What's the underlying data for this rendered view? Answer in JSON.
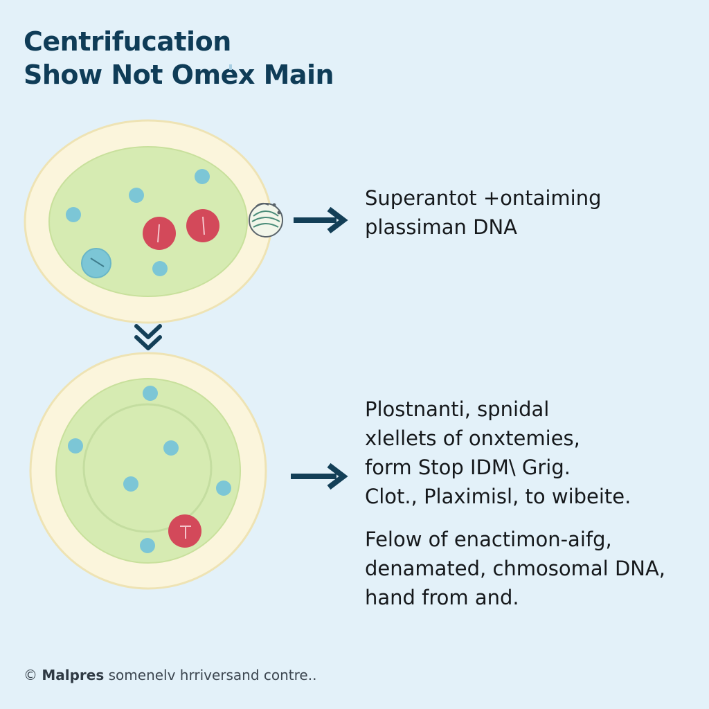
{
  "title": {
    "line1": "Centrifucation",
    "line2": "Show Not Omex Main"
  },
  "captions": {
    "supernatant": [
      "Superantot +ontaiming",
      "plassiman DNA"
    ],
    "pellet": [
      "Plostnanti, spnidal",
      "xlellets of onxtemies,",
      "form Stop IDM\\ Grig.",
      "Clot., Plaximisl, to wibeite."
    ],
    "chromosomal": [
      "Felow of enactimon-aifg,",
      "denamated, chmosomal DNA,",
      "hand from and."
    ]
  },
  "footer": {
    "copyright_symbol": "©",
    "brand": "Malpres",
    "text": "somenelv hrriversand contre.."
  },
  "colors": {
    "background": "#e3f1f9",
    "title": "#0f3c57",
    "cell_wall": "#fbf5dc",
    "cytoplasm": "#d6ebb2",
    "small_particle": "#7cc6d6",
    "red_particle": "#d3495a",
    "arrow": "#133f57"
  }
}
